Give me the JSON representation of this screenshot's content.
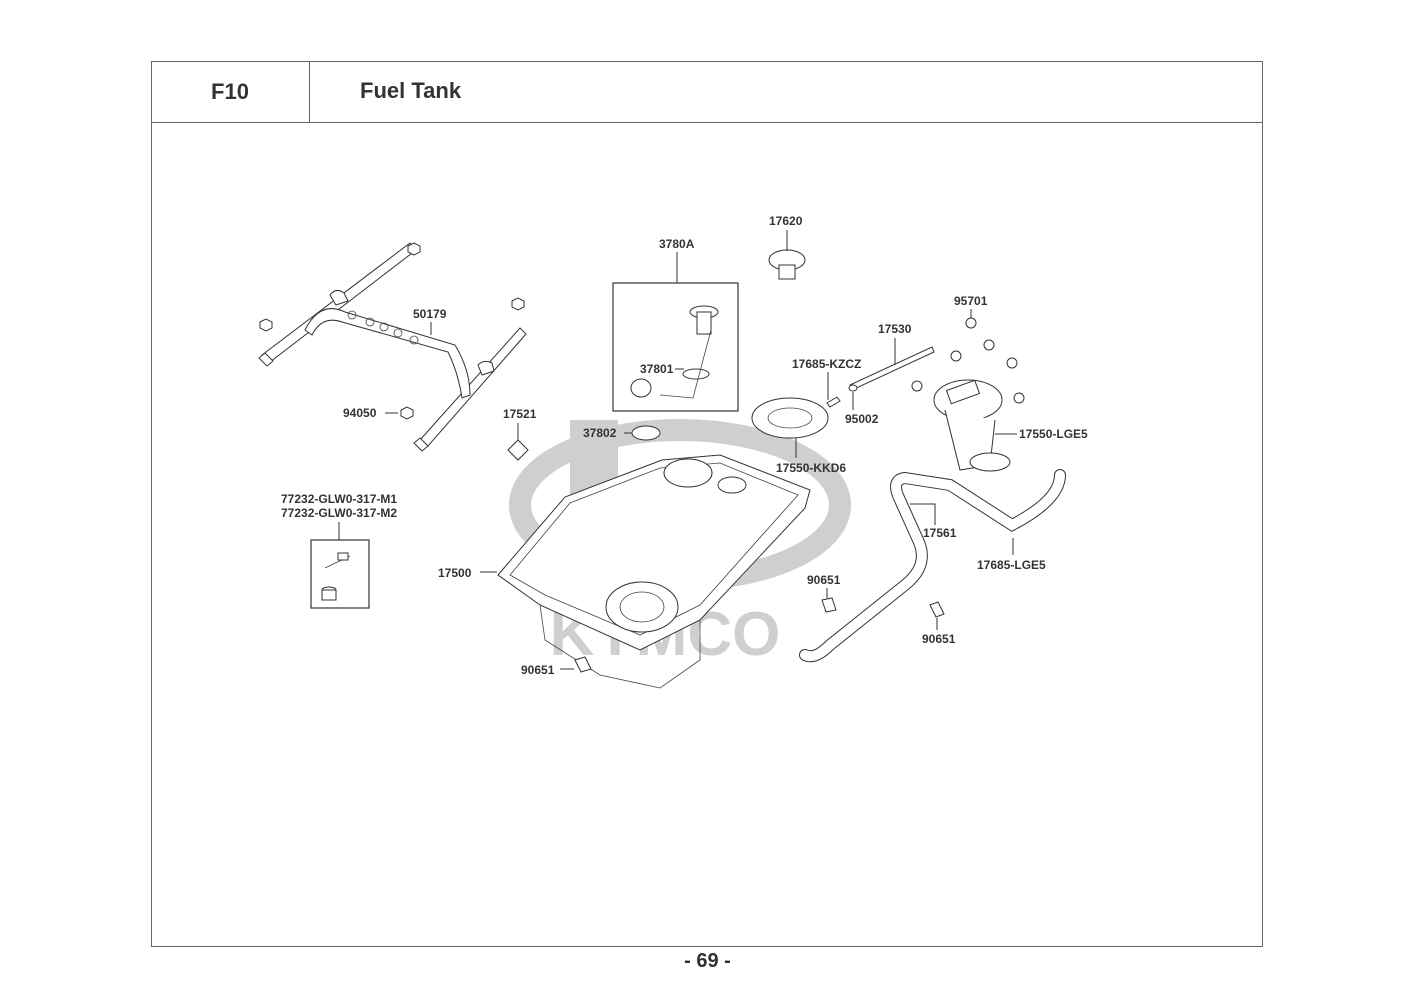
{
  "header": {
    "section_code": "F10",
    "section_title": "Fuel Tank"
  },
  "watermark": {
    "brand": "KYMCO",
    "color": "#cfcfcf"
  },
  "callouts": [
    {
      "id": "c-50179",
      "label": "50179",
      "part": "fuel-tank-bracket"
    },
    {
      "id": "c-94050",
      "label": "94050",
      "part": "flange-nut"
    },
    {
      "id": "c-17521",
      "label": "17521",
      "part": "rubber-pad"
    },
    {
      "id": "c-77232",
      "label": "77232-GLW0-317-M1",
      "part": "seat-lock-set"
    },
    {
      "id": "c-77232b",
      "label": "77232-GLW0-317-M2",
      "part": "seat-lock-set"
    },
    {
      "id": "c-17500",
      "label": "17500",
      "part": "fuel-tank"
    },
    {
      "id": "c-90651a",
      "label": "90651",
      "part": "hose-clip"
    },
    {
      "id": "c-3780A",
      "label": "3780A",
      "part": "fuel-unit-assembly"
    },
    {
      "id": "c-37801",
      "label": "37801",
      "part": "fuel-unit-gasket"
    },
    {
      "id": "c-37802",
      "label": "37802",
      "part": "fuel-unit-lock-ring"
    },
    {
      "id": "c-17620",
      "label": "17620",
      "part": "fuel-filler-cap"
    },
    {
      "id": "c-17685kzcz",
      "label": "17685-KZCZ",
      "part": "tube-joint"
    },
    {
      "id": "c-17530",
      "label": "17530",
      "part": "breather-tube"
    },
    {
      "id": "c-95002",
      "label": "95002",
      "part": "tube-clip"
    },
    {
      "id": "c-17550kkd6",
      "label": "17550-KKD6",
      "part": "filler-tray"
    },
    {
      "id": "c-95701",
      "label": "95701",
      "part": "flange-bolt"
    },
    {
      "id": "c-17550lge5",
      "label": "17550-LGE5",
      "part": "fuel-pump"
    },
    {
      "id": "c-17561",
      "label": "17561",
      "part": "fuel-hose"
    },
    {
      "id": "c-17685lge5",
      "label": "17685-LGE5",
      "part": "fuel-hose"
    },
    {
      "id": "c-90651b",
      "label": "90651",
      "part": "hose-clip"
    },
    {
      "id": "c-90651c",
      "label": "90651",
      "part": "hose-clip"
    }
  ],
  "footer": {
    "page_number": "- 69 -"
  }
}
